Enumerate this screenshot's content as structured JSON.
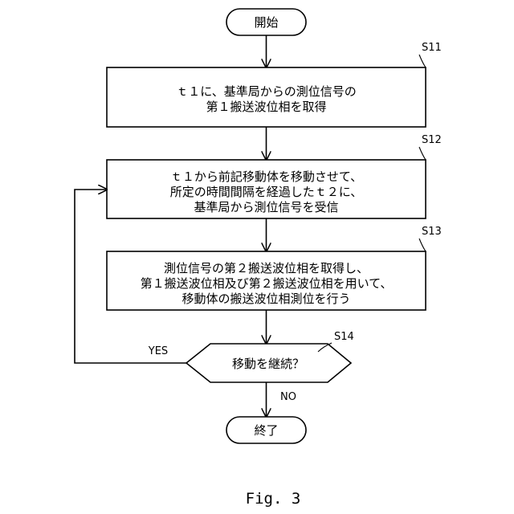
{
  "start": {
    "text": "開始"
  },
  "steps": [
    {
      "label": "S11",
      "lines": [
        "ｔ１に、基準局からの測位信号の",
        "第１搬送波位相を取得"
      ]
    },
    {
      "label": "S12",
      "lines": [
        "ｔ１から前記移動体を移動させて、",
        "所定の時間間隔を経過したｔ２に、",
        "基準局から測位信号を受信"
      ]
    },
    {
      "label": "S13",
      "lines": [
        "測位信号の第２搬送波位相を取得し、",
        "第１搬送波位相及び第２搬送波位相を用いて、",
        "移動体の搬送波位相測位を行う"
      ]
    }
  ],
  "decision": {
    "label": "S14",
    "text": "移動を継続？",
    "yes_label": "YES",
    "no_label": "NO"
  },
  "end": {
    "text": "終了"
  },
  "caption": "Fig. 3"
}
